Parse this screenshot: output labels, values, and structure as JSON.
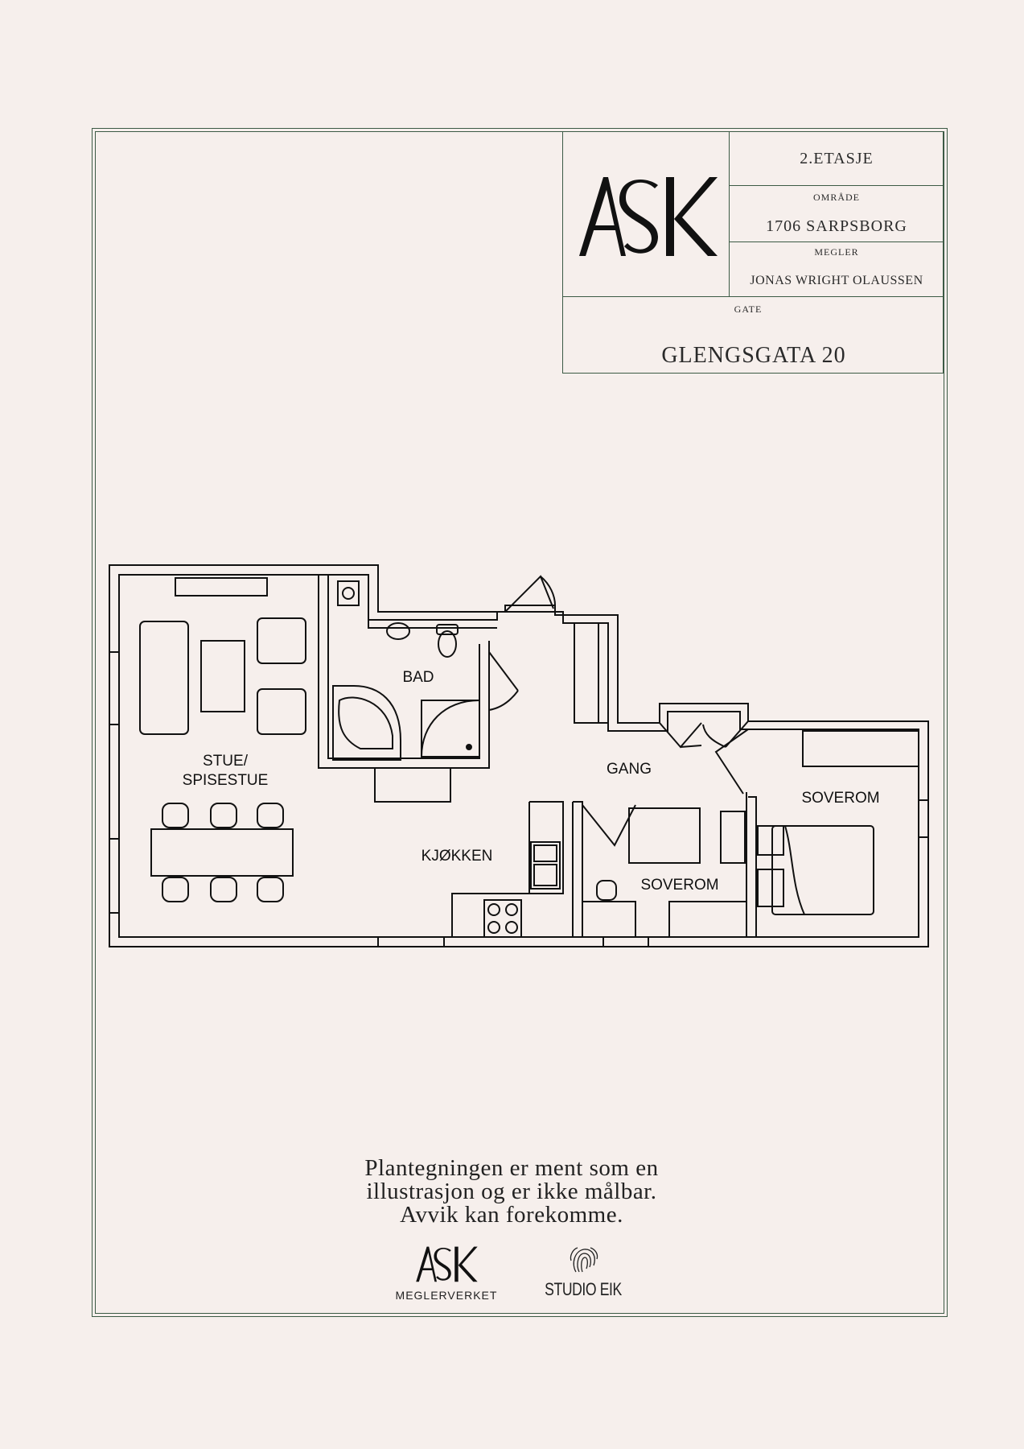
{
  "title_block": {
    "floor": "2.ETASJE",
    "area_label": "OMRÅDE",
    "area_value": "1706 SARPSBORG",
    "agent_label": "MEGLER",
    "agent_value": "JONAS WRIGHT OLAUSSEN",
    "street_label": "GATE",
    "street_value": "GLENGSGATA 20",
    "logo_text": "ASK"
  },
  "rooms": {
    "living": [
      "STUE/",
      "SPISESTUE"
    ],
    "bath": "BAD",
    "hall": "GANG",
    "kitchen": "KJØKKEN",
    "bedroom_large": "SOVEROM",
    "bedroom_small": "SOVEROM"
  },
  "disclaimer": [
    "Plantegningen er ment som en",
    "illustrasjon og er ikke målbar.",
    "Avvik kan forekomme."
  ],
  "footer_logos": {
    "ask_logo": "ASK",
    "ask_sub": "MEGLERVERKET",
    "studio": "STUDIO EIK"
  },
  "colors": {
    "background": "#f6efec",
    "frame": "#3c5a45",
    "ink": "#111111"
  }
}
